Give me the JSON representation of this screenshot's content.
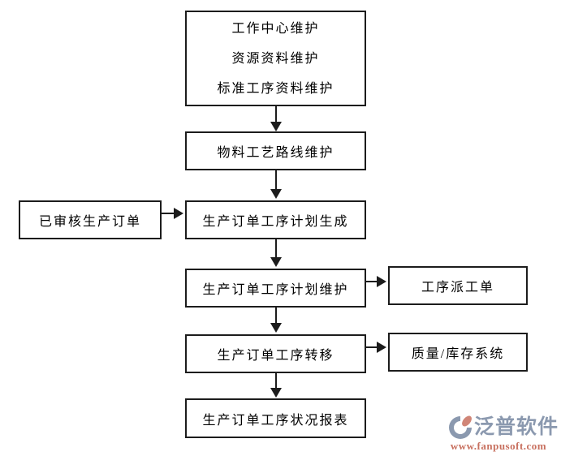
{
  "diagram": {
    "nodes": {
      "master_data": {
        "line1": "工作中心维护",
        "line2": "资源资料维护",
        "line3": "标准工序资料维护"
      },
      "routing": {
        "label": "物料工艺路线维护"
      },
      "approved_order": {
        "label": "已审核生产订单"
      },
      "plan_generate": {
        "label": "生产订单工序计划生成"
      },
      "plan_maintain": {
        "label": "生产订单工序计划维护"
      },
      "dispatch_order": {
        "label": "工序派工单"
      },
      "transfer": {
        "label": "生产订单工序转移"
      },
      "quality_inventory": {
        "label": "质量/库存系统"
      },
      "status_report": {
        "label": "生产订单工序状况报表"
      }
    },
    "line_color": "#1c1c1c"
  },
  "watermark": {
    "brand": "泛普软件",
    "url": "www.fanpusoft.com",
    "brand_color": "#8b99af",
    "accent_color": "#c8705f"
  }
}
